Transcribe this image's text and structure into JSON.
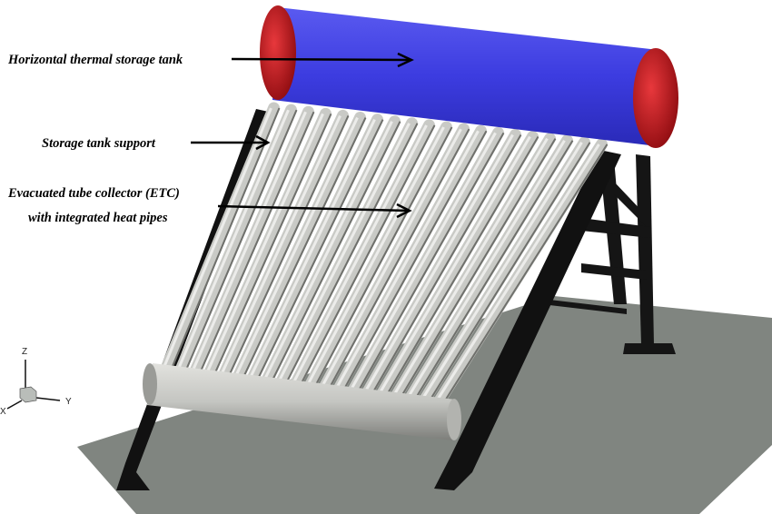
{
  "labels": {
    "tank": "Horizontal thermal storage tank",
    "support": "Storage tank support",
    "etc_line1": "Evacuated tube collector (ETC)",
    "etc_line2": "with integrated heat pipes"
  },
  "axes": {
    "z": "Z",
    "y": "Y",
    "x": "X"
  },
  "colors": {
    "tank_body": "#3c3ce0",
    "tank_caps": "#c8141a",
    "tubes": "#c9cac6",
    "frame": "#111111",
    "ground": "#808580"
  },
  "tube_count": 20
}
